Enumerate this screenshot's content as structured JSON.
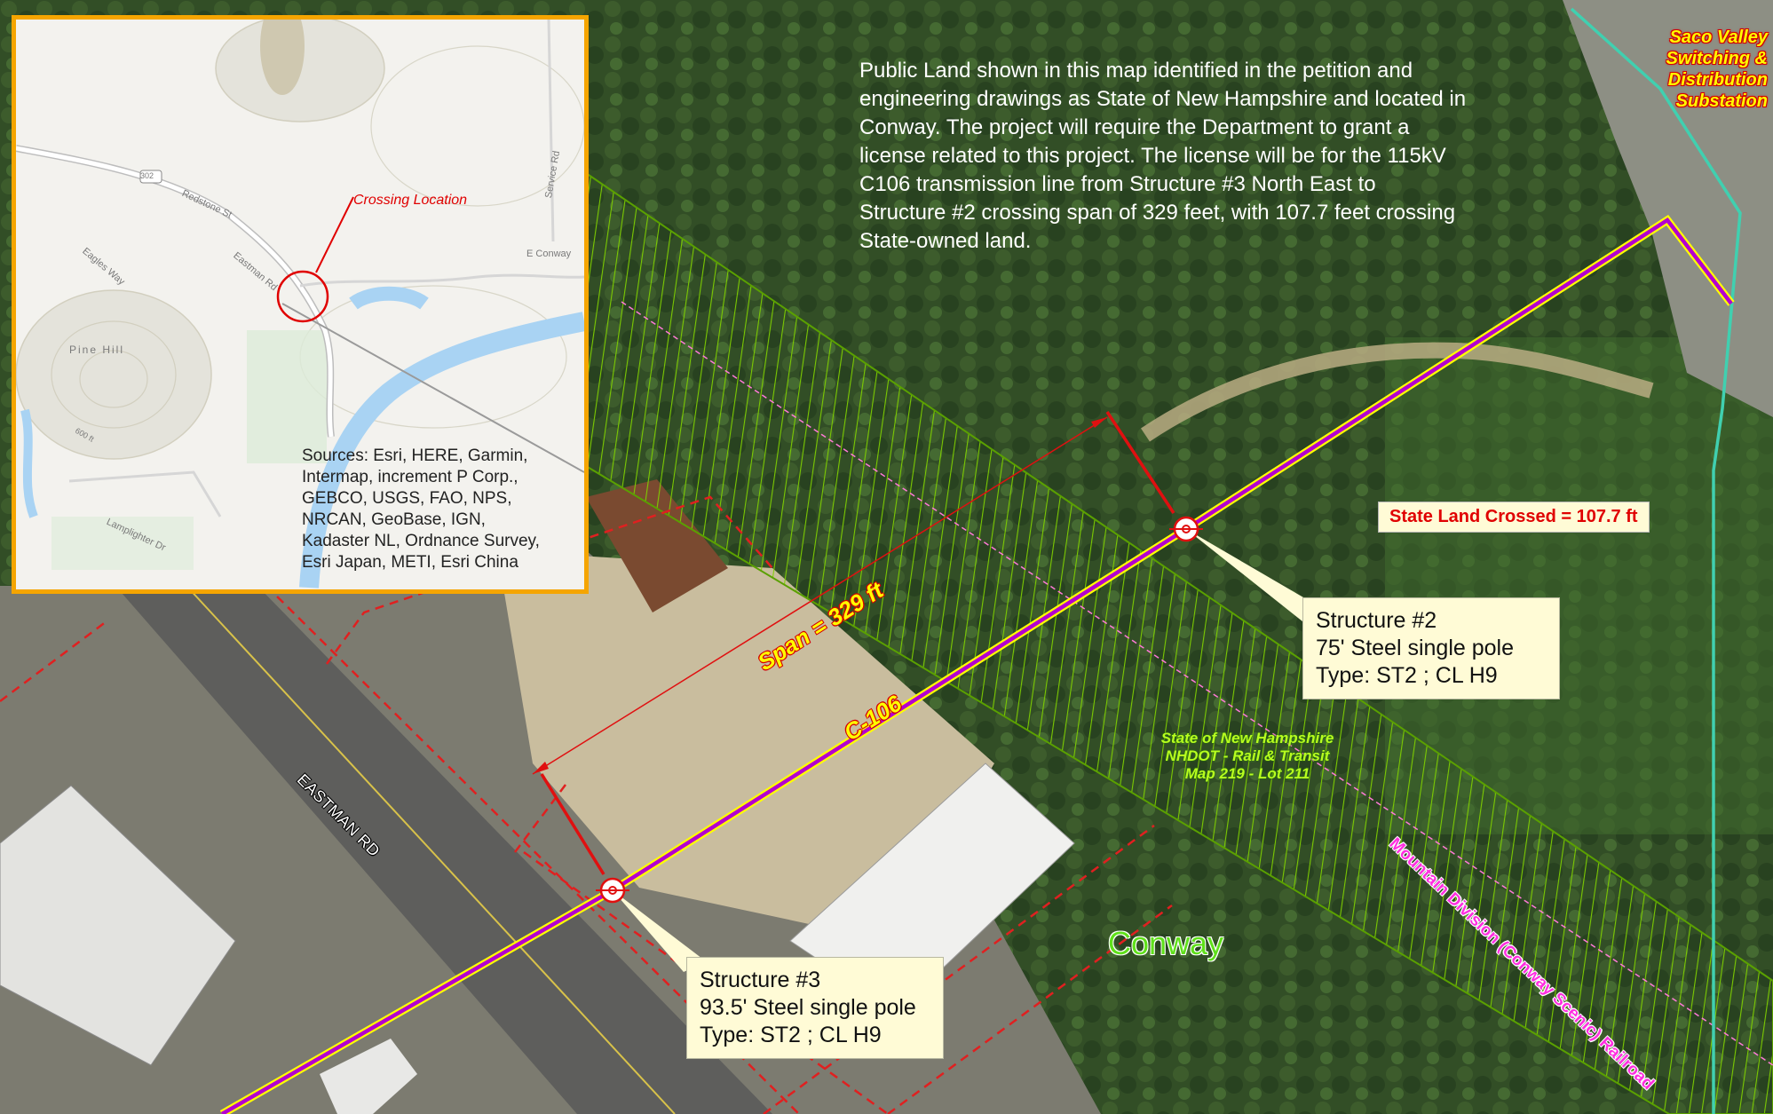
{
  "description_lines": [
    "Public Land shown in this map identified in the petition and",
    "engineering drawings as State of New Hampshire and located in",
    "Conway. The project will require the Department to grant a",
    "license related to this project. The license will be for the 115kV",
    "C106 transmission line from Structure #3 North East to",
    "Structure #2 crossing span of 329 feet, with 107.7 feet crossing",
    "State-owned land."
  ],
  "substation_lines": [
    "Saco Valley",
    "Switching &",
    "Distribution",
    "Substation"
  ],
  "state_land_crossed": "State Land Crossed = 107.7 ft",
  "span_label": "Span = 329 ft",
  "line_label": "C-106",
  "structures": {
    "st2": {
      "title": "Structure #2",
      "pole": "75' Steel single pole",
      "type": "Type: ST2 ; CL H9"
    },
    "st3": {
      "title": "Structure #3",
      "pole": "93.5' Steel single pole",
      "type": "Type: ST2 ; CL H9"
    }
  },
  "owner_parcel_lines": [
    "State of New Hampshire",
    "NHDOT - Rail & Transit",
    "Map 219 - Lot 211"
  ],
  "town_label": "Conway",
  "road_label": "EASTMAN RD",
  "railroad_label": "Mountain Division (Conway Scenic) Railroad",
  "inset": {
    "crossing_label": "Crossing Location",
    "sources_lines": [
      "Sources: Esri, HERE, Garmin,",
      "Intermap, increment P Corp.,",
      "GEBCO, USGS, FAO, NPS,",
      "NRCAN, GeoBase, IGN,",
      "Kadaster NL, Ordnance Survey,",
      "Esri Japan, METI, Esri China"
    ],
    "place_labels": {
      "pine_hill": "Pine Hill",
      "eagles_way": "Eagles Way",
      "redstone_st": "Redstone St",
      "eastman_rd": "Eastman Rd",
      "e_conway": "E Conway",
      "service_rd": "Service Rd",
      "lamplighter": "Lamplighter Dr",
      "route": "302",
      "contour": "600 ft"
    }
  },
  "colors": {
    "transmission_line": "#b400d0",
    "line_edge": "#ffff00",
    "parcel_boundary": "#e02020",
    "state_land_hatch": "#7fd000",
    "substation_boundary": "#40d0b0",
    "inset_border": "#f5a500"
  }
}
